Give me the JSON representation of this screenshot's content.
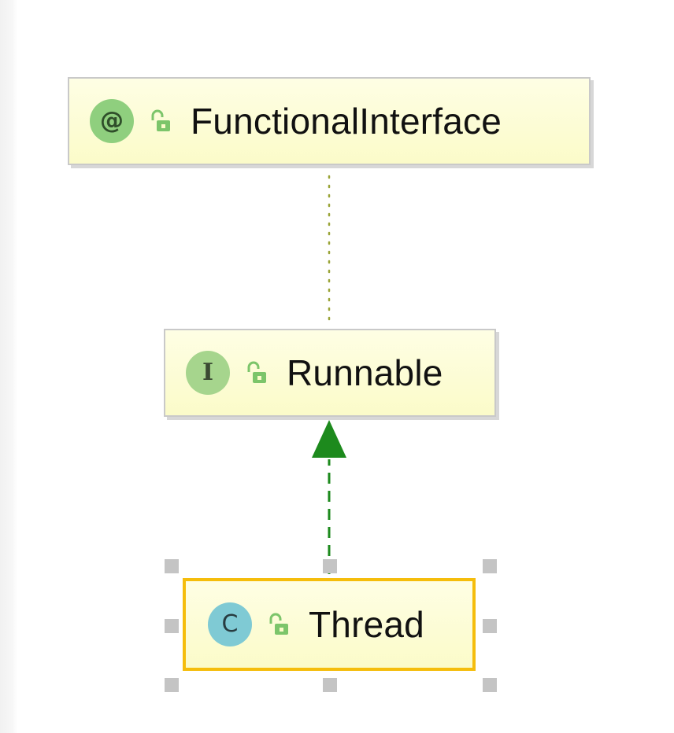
{
  "diagram": {
    "nodes": [
      {
        "id": "functional",
        "kind_symbol": "@",
        "kind": "annotation",
        "label": "FunctionalInterface",
        "icon": "unlock-icon",
        "badge_color": "#8fcf7e"
      },
      {
        "id": "runnable",
        "kind_symbol": "I",
        "kind": "interface",
        "label": "Runnable",
        "icon": "unlock-icon",
        "badge_color": "#a6d58d"
      },
      {
        "id": "thread",
        "kind_symbol": "C",
        "kind": "class",
        "label": "Thread",
        "icon": "unlock-icon",
        "badge_color": "#7fcad4",
        "selected": true
      }
    ],
    "edges": [
      {
        "from": "runnable",
        "to": "functional",
        "style": "dotted",
        "color": "#9aa437"
      },
      {
        "from": "thread",
        "to": "runnable",
        "style": "dashed",
        "arrow": "filled-triangle",
        "color": "#1d8a1d"
      }
    ],
    "colors": {
      "node_fill": "#fbfbc9",
      "node_border": "#c9c9c9",
      "selection_border": "#f5bd0c",
      "selection_handle": "#c4c4c4"
    }
  }
}
